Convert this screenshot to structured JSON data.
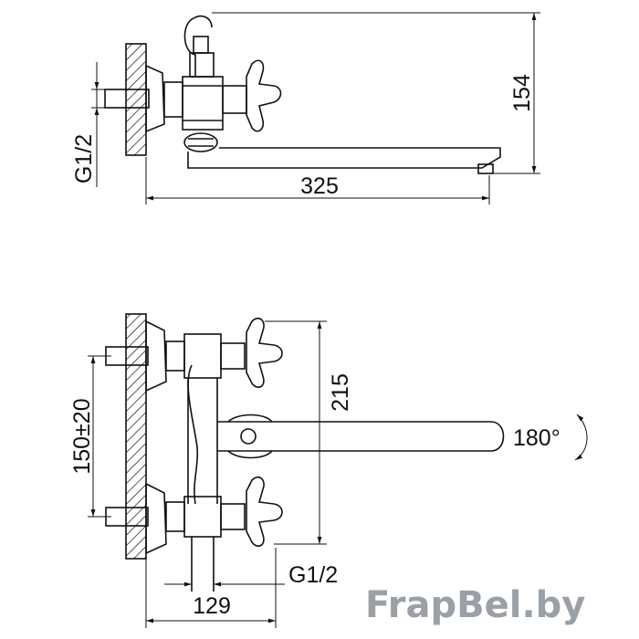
{
  "top_view": {
    "dim_height": "154",
    "dim_length": "325",
    "dim_thread": "G1/2"
  },
  "bottom_view": {
    "dim_height": "215",
    "dim_center": "150±20",
    "dim_rotation": "180°",
    "dim_depth": "129",
    "dim_thread": "G1/2"
  },
  "watermark": "FrapBel.by",
  "colors": {
    "line": "#111111",
    "watermark": "#9aa0a6"
  }
}
